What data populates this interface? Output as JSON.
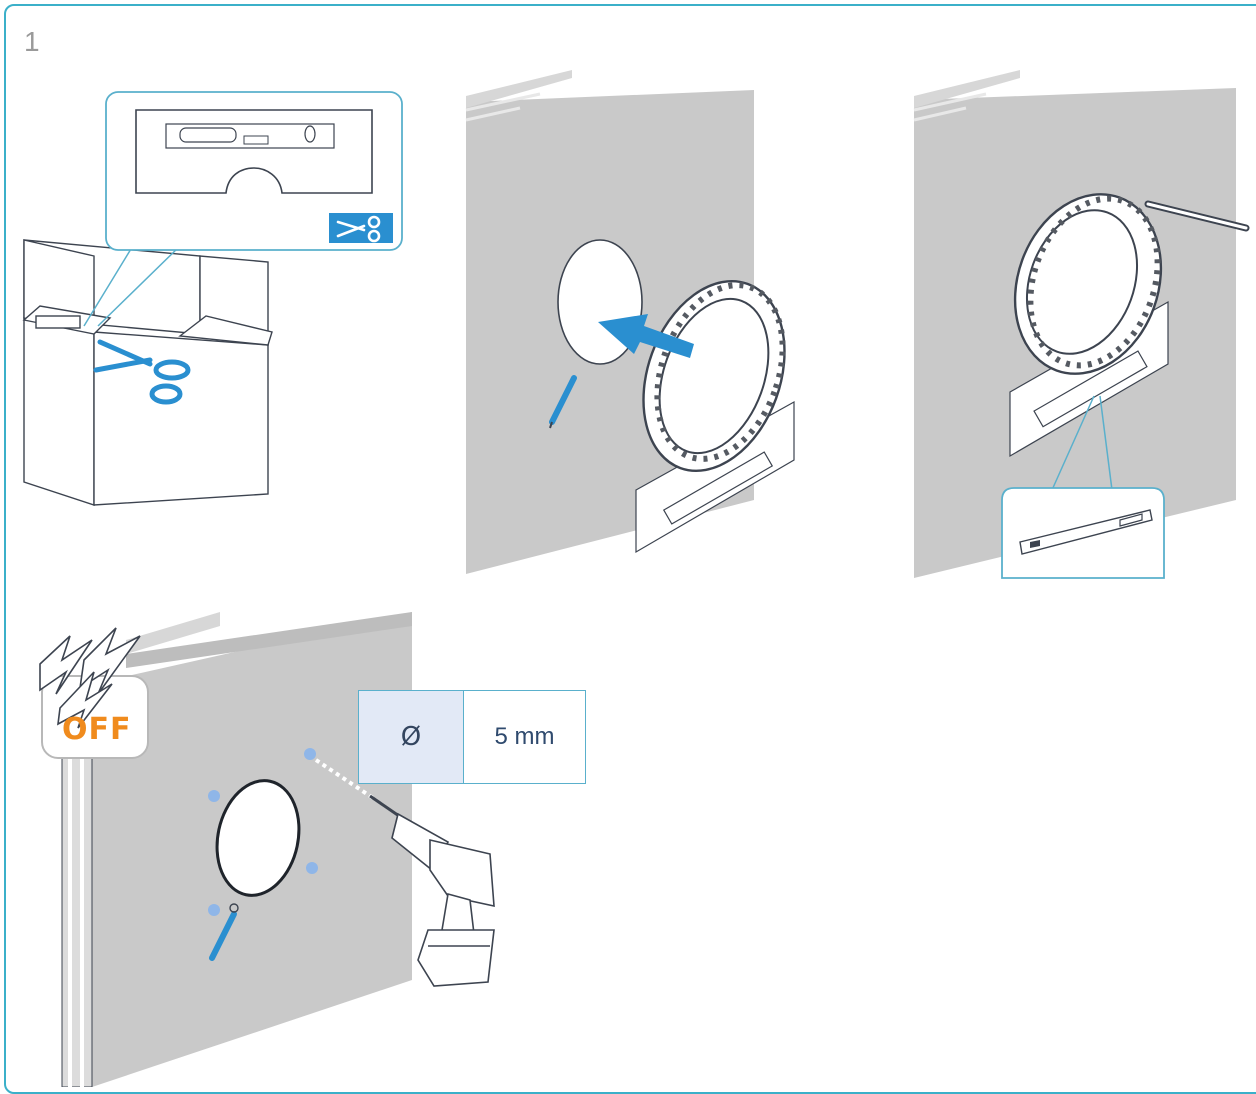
{
  "step": {
    "number": "1"
  },
  "power": {
    "label": "OFF",
    "color": "#f08b1d"
  },
  "drill_spec": {
    "symbol": "Ø",
    "value": "5 mm"
  },
  "colors": {
    "frame": "#3bb0c9",
    "accent_blue": "#2a8fd0",
    "wall": "#c9c9c9",
    "spec_bg": "#e2e9f6"
  },
  "icons": [
    "scissors-icon",
    "cut-label-icon",
    "arrow-icon",
    "lightning-icon",
    "drill-icon",
    "level-icon",
    "pencil-icon"
  ]
}
